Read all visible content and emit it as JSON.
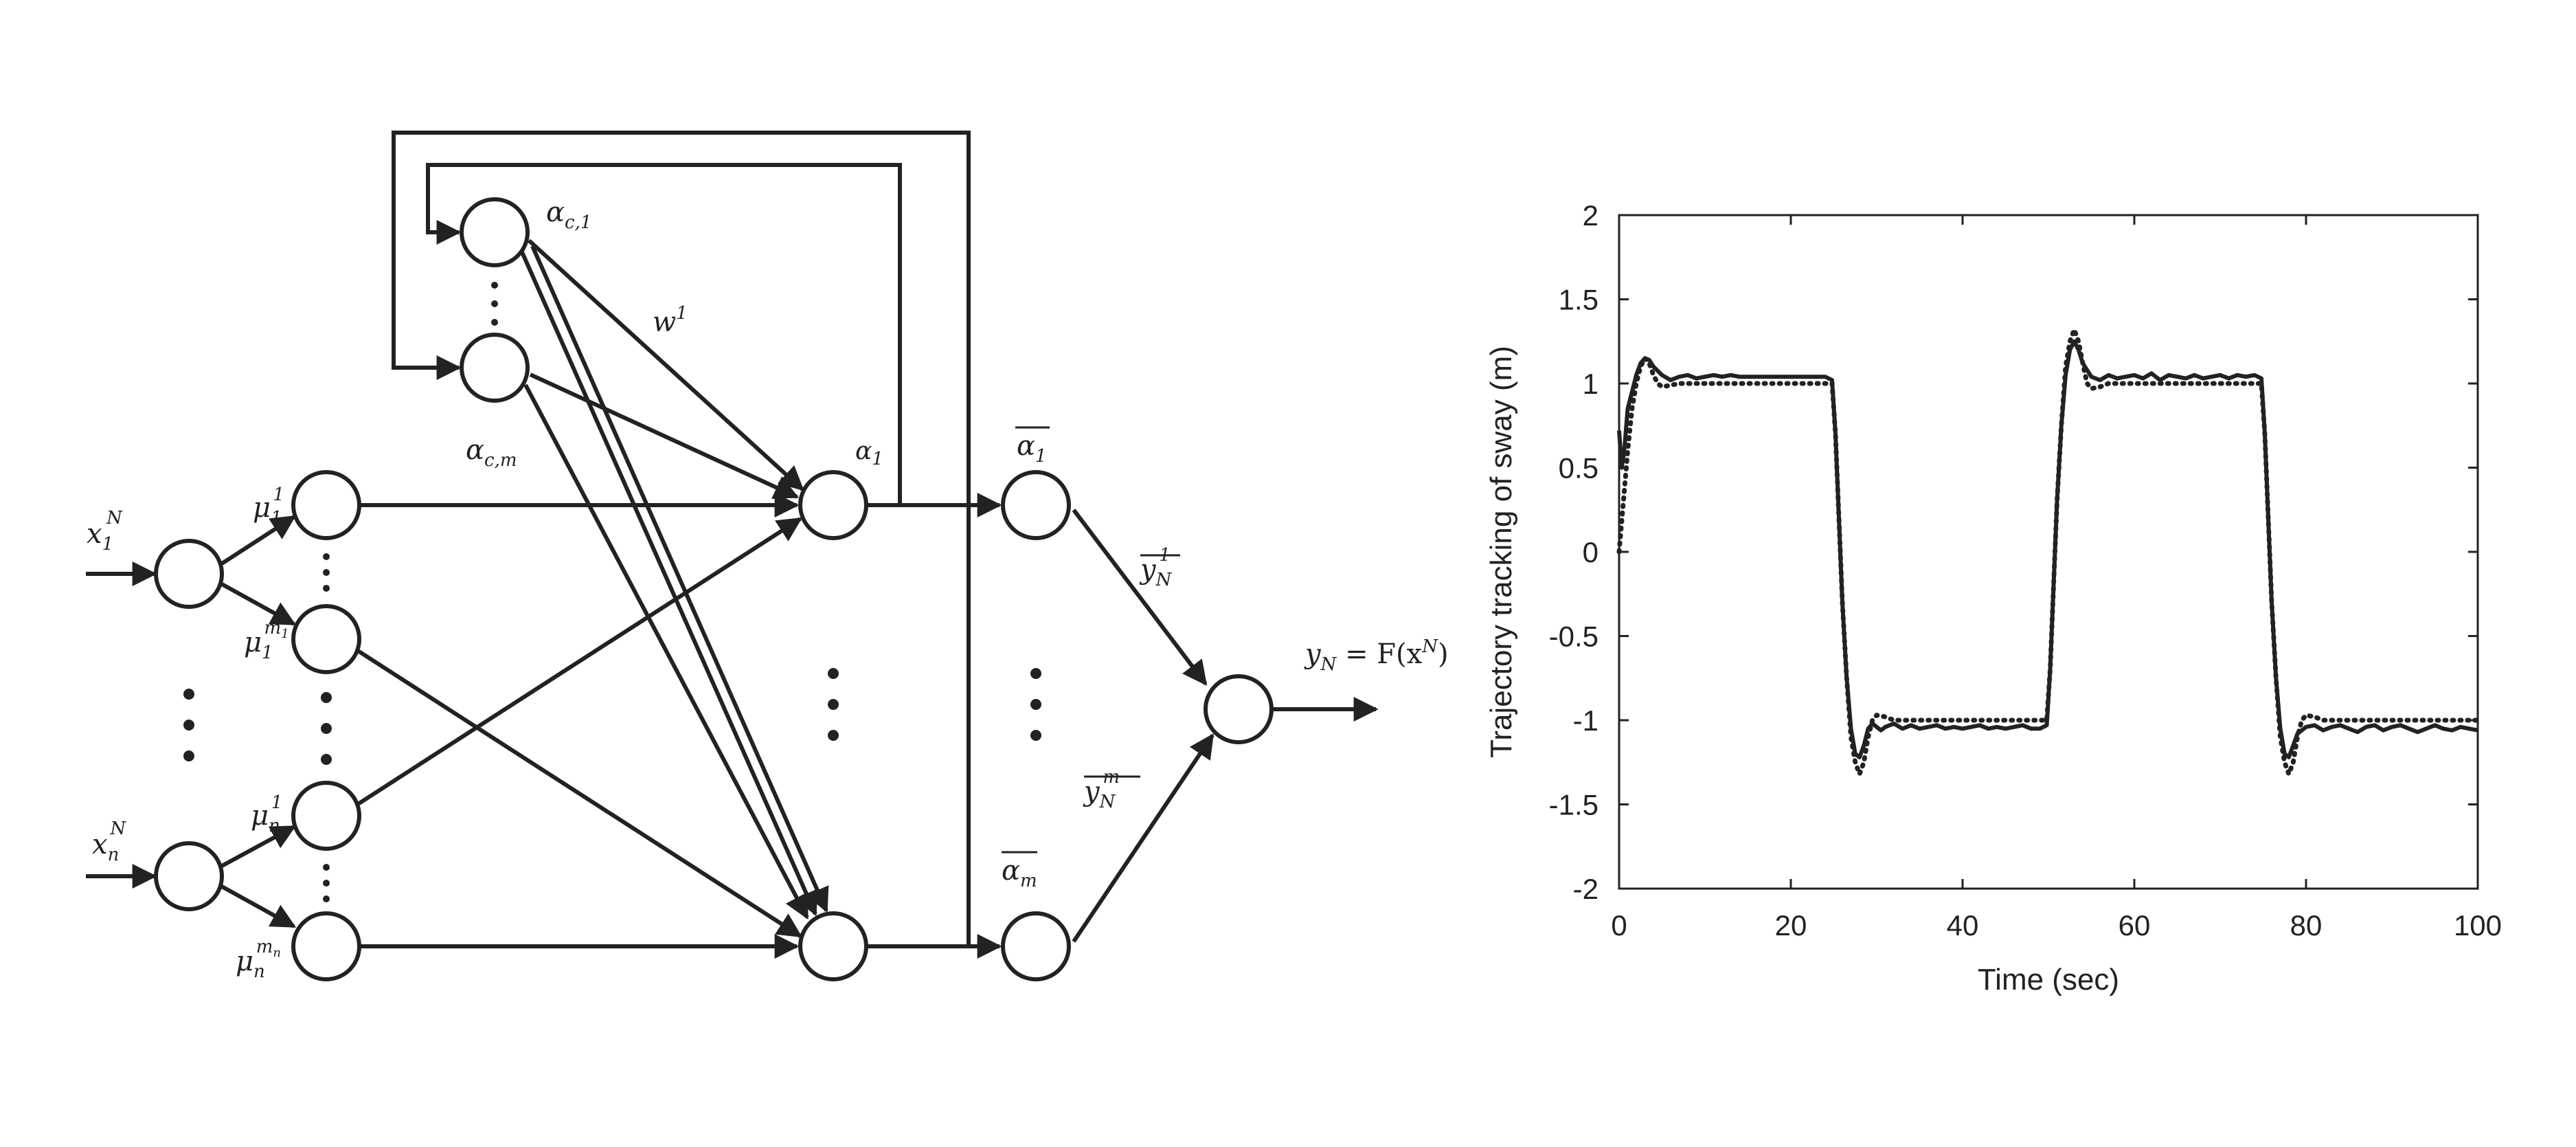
{
  "diagram": {
    "labels": {
      "x1N_base": "x",
      "x1N_sub": "1",
      "x1N_sup": "N",
      "xnN_base": "x",
      "xnN_sub": "n",
      "xnN_sup": "N",
      "mu11_base": "μ",
      "mu11_sub": "1",
      "mu11_sup": "1",
      "mu1m_base": "μ",
      "mu1m_sub": "1",
      "mu1m_sup": "m",
      "mu1m_supsub": "1",
      "mun1_base": "μ",
      "mun1_sub": "n",
      "mun1_sup": "1",
      "munm_base": "μ",
      "munm_sub": "n",
      "munm_sup": "m",
      "munm_supsub": "n",
      "ac1_base": "α",
      "ac1_sub": "c,1",
      "acm_base": "α",
      "acm_sub": "c,m",
      "w1_base": "w",
      "w1_sup": "1",
      "a1_base": "α",
      "a1_sub": "1",
      "abar1_base": "α",
      "abar1_sub": "1",
      "abarm_base": "α",
      "abarm_sub": "m",
      "ybar1_base": "y",
      "ybar1_sub": "N",
      "ybar1_sup": "1",
      "ybarm_base": "y",
      "ybarm_sub": "N",
      "ybarm_sup": "m",
      "out_y": "y",
      "out_sub": "N",
      "out_eq": " = F(x",
      "out_sup": "N",
      "out_close": ")"
    }
  },
  "chart_data": {
    "type": "line",
    "title": "",
    "xlabel": "Time (sec)",
    "ylabel": "Trajectory tracking of sway (m)",
    "xlim": [
      0,
      100
    ],
    "ylim": [
      -2,
      2
    ],
    "xticks": [
      "0",
      "20",
      "40",
      "60",
      "80",
      "100"
    ],
    "yticks": [
      "2",
      "1.5",
      "1",
      "0.5",
      "0",
      "-0.5",
      "-1",
      "-1.5",
      "-2"
    ],
    "grid": false,
    "series": [
      {
        "style": "solid",
        "x": [
          0,
          0.3,
          0.6,
          1.0,
          1.5,
          2.0,
          2.5,
          3.0,
          3.5,
          4.0,
          5.0,
          6.0,
          7.0,
          8.0,
          9.0,
          10.0,
          11.0,
          12.0,
          13.0,
          14.0,
          15.0,
          18.0,
          21.0,
          24.0,
          24.8,
          25.2,
          25.6,
          26.0,
          26.5,
          27.0,
          27.5,
          28.0,
          28.5,
          29.0,
          29.5,
          30.0,
          30.5,
          31.0,
          32.0,
          33.0,
          34.0,
          35.0,
          36.0,
          37.0,
          38.0,
          39.0,
          40.0,
          41.0,
          42.0,
          43.0,
          44.0,
          45.0,
          46.0,
          47.0,
          48.0,
          49.0,
          49.8,
          50.2,
          50.6,
          51.0,
          51.5,
          52.0,
          52.5,
          53.0,
          53.5,
          54.0,
          55.0,
          56.0,
          57.0,
          58.0,
          59.0,
          60.0,
          61.0,
          62.0,
          63.0,
          64.0,
          65.0,
          66.0,
          67.0,
          68.0,
          69.0,
          70.0,
          71.0,
          72.0,
          73.0,
          74.0,
          74.8,
          75.2,
          75.6,
          76.0,
          76.5,
          77.0,
          77.5,
          78.0,
          78.5,
          79.0,
          80.0,
          81.0,
          82.0,
          83.0,
          84.0,
          85.0,
          86.0,
          87.0,
          88.0,
          89.0,
          90.0,
          91.0,
          92.0,
          93.0,
          94.0,
          95.0,
          96.0,
          97.0,
          98.0,
          99.0,
          100.0
        ],
        "y": [
          0.72,
          0.5,
          0.6,
          0.85,
          0.95,
          1.05,
          1.12,
          1.15,
          1.14,
          1.1,
          1.05,
          1.02,
          1.04,
          1.05,
          1.03,
          1.04,
          1.05,
          1.04,
          1.05,
          1.04,
          1.04,
          1.04,
          1.04,
          1.04,
          1.02,
          0.7,
          0.2,
          -0.3,
          -0.75,
          -1.05,
          -1.2,
          -1.22,
          -1.15,
          -1.05,
          -1.02,
          -1.04,
          -1.06,
          -1.04,
          -1.02,
          -1.05,
          -1.03,
          -1.05,
          -1.04,
          -1.03,
          -1.05,
          -1.04,
          -1.05,
          -1.04,
          -1.03,
          -1.05,
          -1.04,
          -1.05,
          -1.04,
          -1.03,
          -1.05,
          -1.05,
          -1.03,
          -0.7,
          -0.2,
          0.3,
          0.75,
          1.05,
          1.2,
          1.25,
          1.2,
          1.12,
          1.04,
          1.02,
          1.05,
          1.03,
          1.04,
          1.05,
          1.03,
          1.06,
          1.02,
          1.05,
          1.04,
          1.03,
          1.05,
          1.03,
          1.04,
          1.05,
          1.03,
          1.05,
          1.04,
          1.05,
          1.03,
          0.7,
          0.2,
          -0.3,
          -0.75,
          -1.05,
          -1.2,
          -1.22,
          -1.15,
          -1.08,
          -1.04,
          -1.03,
          -1.06,
          -1.04,
          -1.03,
          -1.05,
          -1.07,
          -1.04,
          -1.03,
          -1.06,
          -1.04,
          -1.03,
          -1.05,
          -1.07,
          -1.05,
          -1.03,
          -1.05,
          -1.06,
          -1.04,
          -1.05,
          -1.06
        ]
      },
      {
        "style": "dotted",
        "x": [
          0,
          0.5,
          1.0,
          1.5,
          2.0,
          2.5,
          3.0,
          3.5,
          4.0,
          4.5,
          5.0,
          6.0,
          7.0,
          8.0,
          10.0,
          15.0,
          20.0,
          24.8,
          25.2,
          25.6,
          26.0,
          26.5,
          27.0,
          27.5,
          28.0,
          28.5,
          29.0,
          29.5,
          30.0,
          31.0,
          32.0,
          33.0,
          35.0,
          40.0,
          45.0,
          49.8,
          50.2,
          50.6,
          51.0,
          51.5,
          52.0,
          52.5,
          53.0,
          53.5,
          54.0,
          54.5,
          55.0,
          56.0,
          57.0,
          58.0,
          60.0,
          65.0,
          70.0,
          74.8,
          75.2,
          75.6,
          76.0,
          76.5,
          77.0,
          77.5,
          78.0,
          78.5,
          79.0,
          79.5,
          80.0,
          81.0,
          82.0,
          83.0,
          85.0,
          90.0,
          95.0,
          100.0
        ],
        "y": [
          0.0,
          0.3,
          0.6,
          0.85,
          1.0,
          1.1,
          1.15,
          1.12,
          1.05,
          1.0,
          0.98,
          0.99,
          1.0,
          1.0,
          1.0,
          1.0,
          1.0,
          1.0,
          0.7,
          0.2,
          -0.3,
          -0.75,
          -1.1,
          -1.25,
          -1.32,
          -1.25,
          -1.1,
          -1.0,
          -0.97,
          -0.98,
          -1.0,
          -1.0,
          -1.0,
          -1.0,
          -1.0,
          -1.0,
          -0.7,
          -0.2,
          0.3,
          0.75,
          1.1,
          1.25,
          1.32,
          1.25,
          1.12,
          1.0,
          0.97,
          0.98,
          1.0,
          1.0,
          1.0,
          1.0,
          1.0,
          1.0,
          0.7,
          0.2,
          -0.3,
          -0.75,
          -1.1,
          -1.25,
          -1.32,
          -1.25,
          -1.1,
          -1.0,
          -0.97,
          -0.98,
          -1.0,
          -1.0,
          -1.0,
          -1.0,
          -1.0,
          -1.0
        ]
      }
    ]
  }
}
